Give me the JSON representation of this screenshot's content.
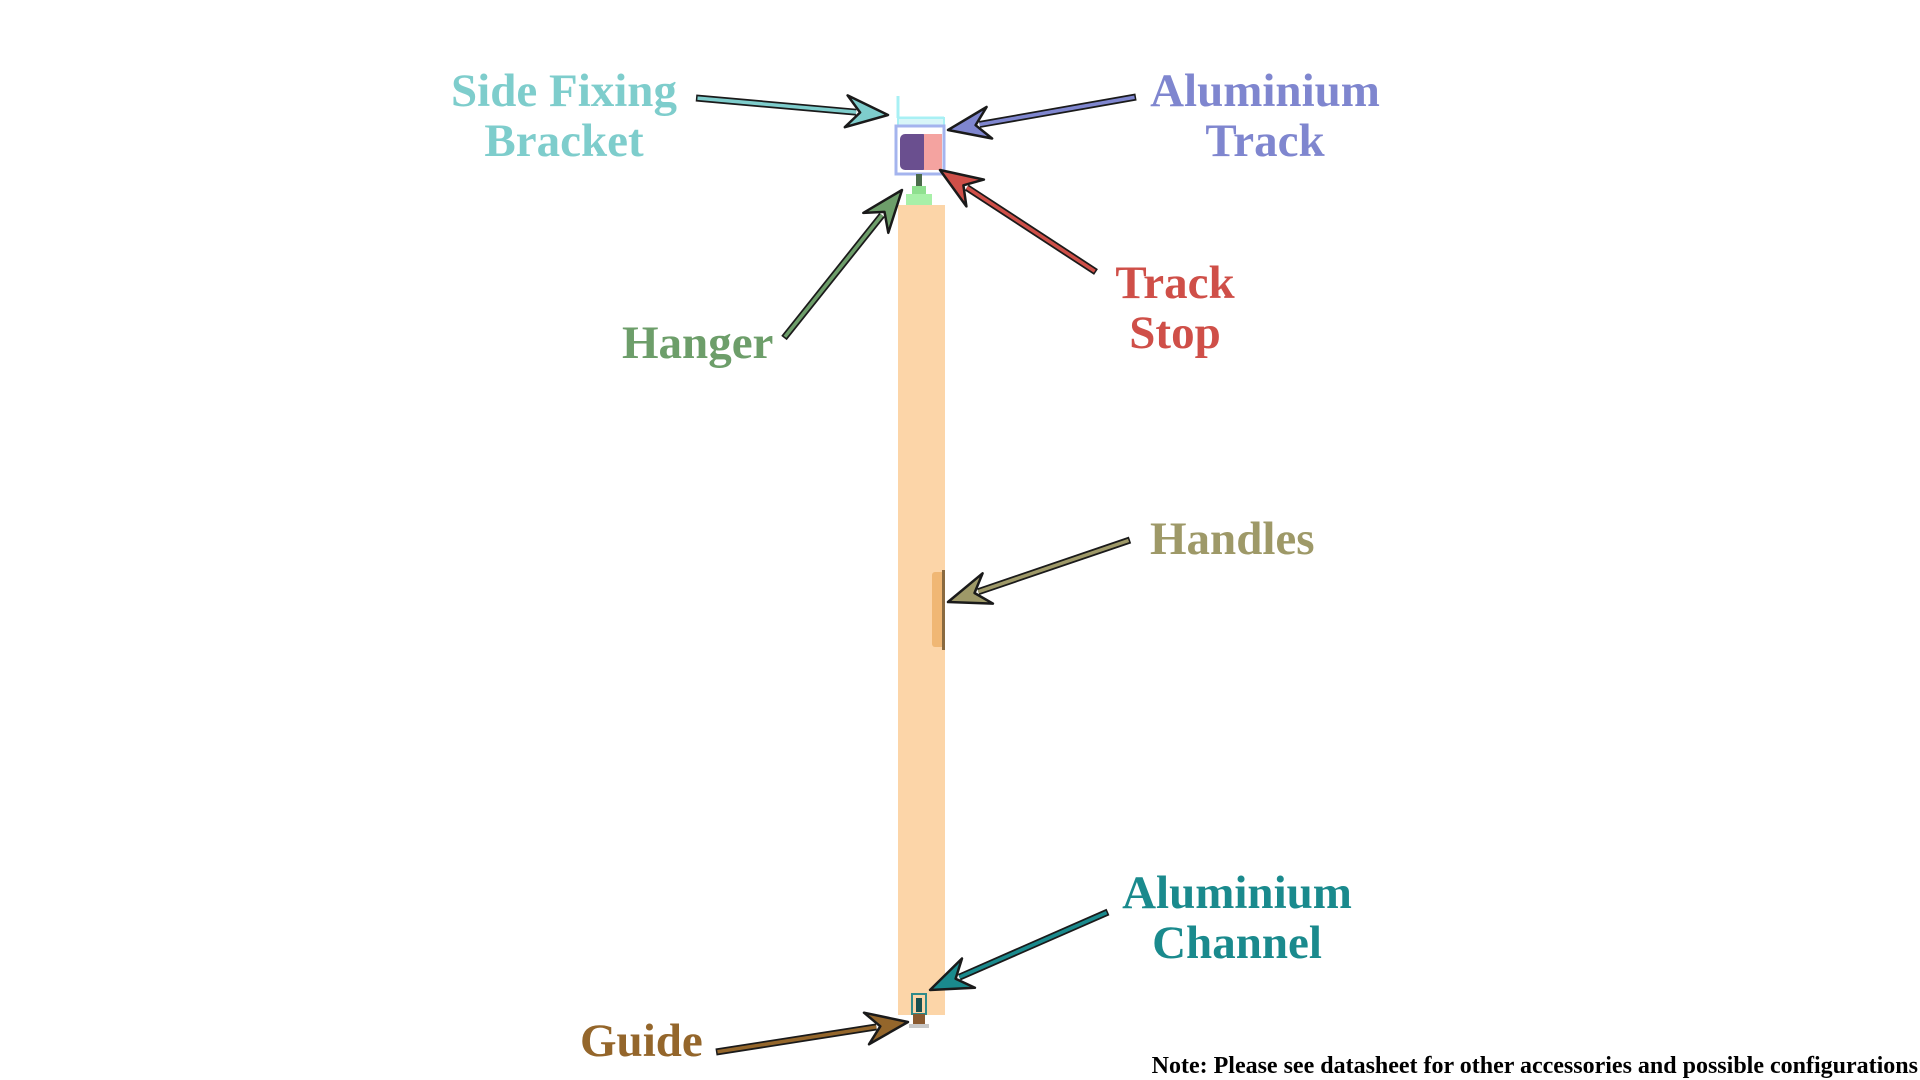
{
  "labels": {
    "side_fixing_bracket": {
      "line1": "Side Fixing",
      "line2": "Bracket",
      "color": "#7ecdcc"
    },
    "aluminium_track": {
      "line1": "Aluminium",
      "line2": "Track",
      "color": "#7f86cf"
    },
    "track_stop": {
      "line1": "Track",
      "line2": "Stop",
      "color": "#cf4f48"
    },
    "hanger": {
      "line1": "Hanger",
      "color": "#6d9e6a"
    },
    "handles": {
      "line1": "Handles",
      "color": "#9e9968"
    },
    "aluminium_channel": {
      "line1": "Aluminium",
      "line2": "Channel",
      "color": "#1a8a8d"
    },
    "guide": {
      "line1": "Guide",
      "color": "#94662b"
    }
  },
  "note": "Note: Please see datasheet for other accessories and possible configurations",
  "colors": {
    "door_panel": "#fcd5a8",
    "handle": "#f0b774",
    "track_body": "#6a4f8f",
    "track_outline": "#a4b4ee",
    "track_stop": "#f4a3a0",
    "hanger": "#8fe08f",
    "bracket": "#a8f0f4",
    "channel": "#2f8a8a",
    "guide": "#8a5a30"
  }
}
